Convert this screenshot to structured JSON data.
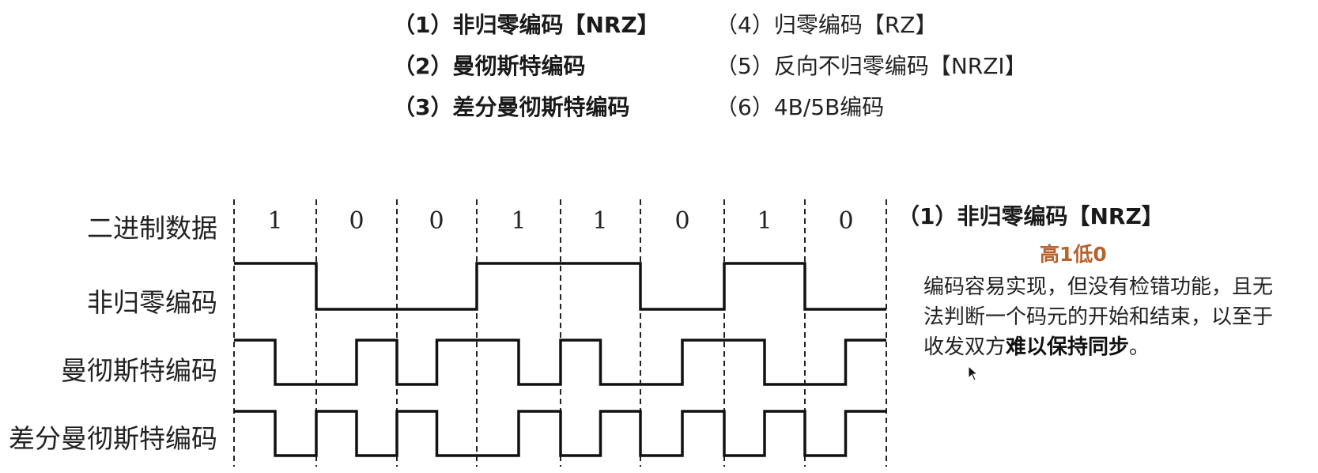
{
  "list_left": [
    "（1）非归零编码【NRZ】",
    "（2）曼彻斯特编码",
    "（3）差分曼彻斯特编码"
  ],
  "list_right": [
    "（4）归零编码【RZ】",
    "（5）反向不归零编码【NRZI】",
    "（6）4B/5B编码"
  ],
  "diagram": {
    "row_labels": {
      "binary": "二进制数据",
      "nrz": "非归零编码",
      "manchester": "曼彻斯特编码",
      "diff_manchester": "差分曼彻斯特编码"
    },
    "bits": [
      "1",
      "0",
      "0",
      "1",
      "1",
      "0",
      "1",
      "0"
    ],
    "nrz_levels": [
      1,
      0,
      0,
      1,
      1,
      0,
      1,
      0
    ],
    "manchester_levels": [
      [
        1,
        0
      ],
      [
        0,
        1
      ],
      [
        0,
        1
      ],
      [
        1,
        0
      ],
      [
        1,
        0
      ],
      [
        0,
        1
      ],
      [
        1,
        0
      ],
      [
        0,
        1
      ]
    ],
    "diff_manchester_levels": [
      [
        1,
        0
      ],
      [
        1,
        0
      ],
      [
        1,
        0
      ],
      [
        0,
        1
      ],
      [
        0,
        1
      ],
      [
        0,
        1
      ],
      [
        0,
        1
      ],
      [
        0,
        1
      ]
    ],
    "line_color": "#111111"
  },
  "side": {
    "title": "（1）非归零编码【NRZ】",
    "rule": "高1低0",
    "rule_color": "#b5622e",
    "desc_normal": "编码容易实现，但没有检错功能，且无法判断一个码元的开始和结束，以至于收发双方",
    "desc_bold": "难以保持同步",
    "desc_end": "。"
  }
}
